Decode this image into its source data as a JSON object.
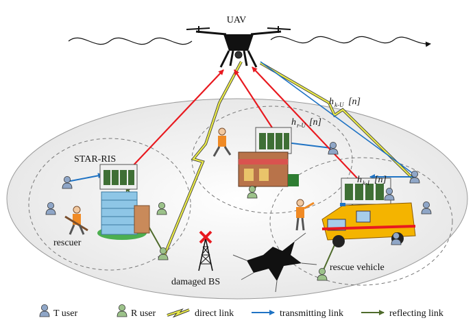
{
  "title": "UAV",
  "labels": {
    "star_ris": "STAR-RIS",
    "rescuer": "rescuer",
    "damaged_bs": "damaged BS",
    "rescue_vehicle": "rescue vehicle"
  },
  "channels": {
    "h_kU": {
      "base": "h",
      "sub": "k-U",
      "arg": "[n]"
    },
    "h_rU": {
      "base": "h",
      "sub": "r-U",
      "arg": "[n]"
    },
    "h_kI": {
      "base": "h",
      "sub": "k-I",
      "arg": "[n]"
    }
  },
  "legend": {
    "t_user": "T user",
    "r_user": "R user",
    "direct_link": "direct link",
    "transmitting_link": "transmitting link",
    "reflecting_link": "reflecting link"
  },
  "colors": {
    "t_user": "#8fa6c7",
    "r_user": "#9cc28a",
    "direct_link": "#e8e84a",
    "transmitting_link": "#1f73c4",
    "reflecting_link": "#4f6b2c",
    "uav_link": "#e8191f"
  },
  "icons": [
    "uav-icon",
    "star-ris-panel-icon",
    "building-icon",
    "shop-icon",
    "rescue-vehicle-icon",
    "damaged-bs-tower-icon",
    "crack-icon",
    "rescuer-icon"
  ]
}
